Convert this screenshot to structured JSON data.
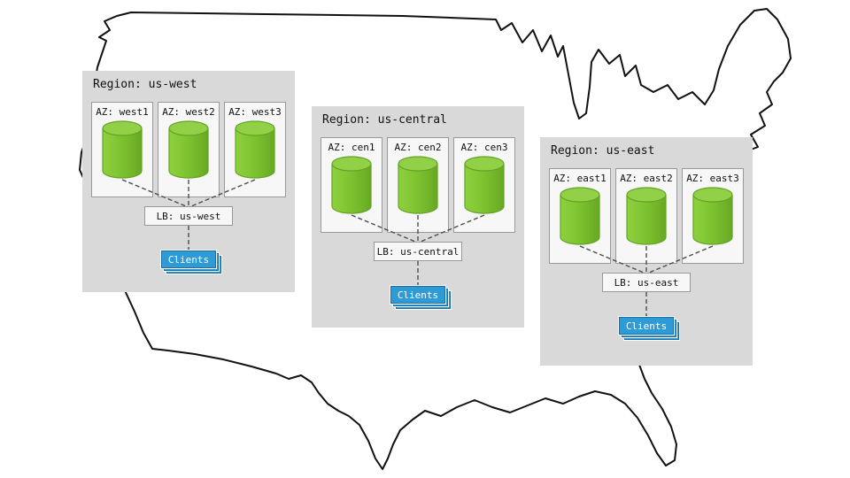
{
  "map": {
    "name": "continental-us-outline"
  },
  "regions": [
    {
      "title": "Region: us-west",
      "azs": [
        "AZ: west1",
        "AZ: west2",
        "AZ: west3"
      ],
      "lb": "LB: us-west",
      "clients": "Clients"
    },
    {
      "title": "Region: us-central",
      "azs": [
        "AZ: cen1",
        "AZ: cen2",
        "AZ: cen3"
      ],
      "lb": "LB: us-central",
      "clients": "Clients"
    },
    {
      "title": "Region: us-east",
      "azs": [
        "AZ: east1",
        "AZ: east2",
        "AZ: east3"
      ],
      "lb": "LB: us-east",
      "clients": "Clients"
    }
  ],
  "colors": {
    "region_bg": "#d9d9d9",
    "az_bg": "#f7f7f7",
    "cylinder_green": "#7cc22f",
    "cylinder_top_green": "#92d147",
    "clients_blue": "#2e9bd6",
    "connector_gray": "#4d4d4d",
    "outline_black": "#111111"
  }
}
